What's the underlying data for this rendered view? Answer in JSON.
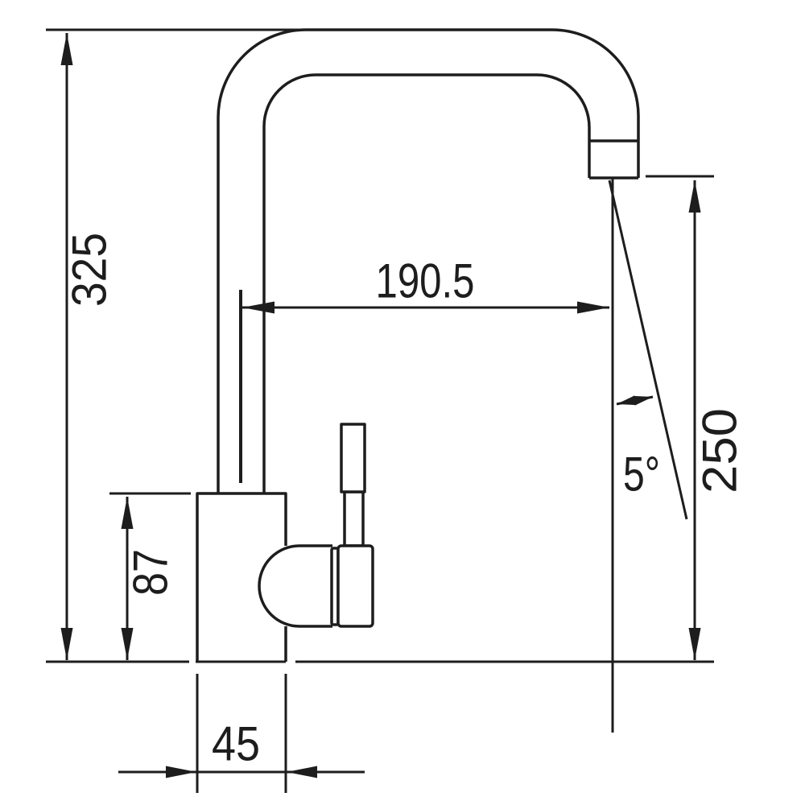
{
  "drawing": {
    "type": "technical-dimension-drawing",
    "subject": "kitchen mixer tap side profile with dimensions in millimetres",
    "labels": {
      "overall_height": "325",
      "body_height": "87",
      "base_width": "45",
      "spout_reach": "190.5",
      "outlet_height": "250",
      "spray_angle": "5°"
    },
    "colors": {
      "line": "#1d1d1d",
      "background": "#ffffff"
    }
  }
}
